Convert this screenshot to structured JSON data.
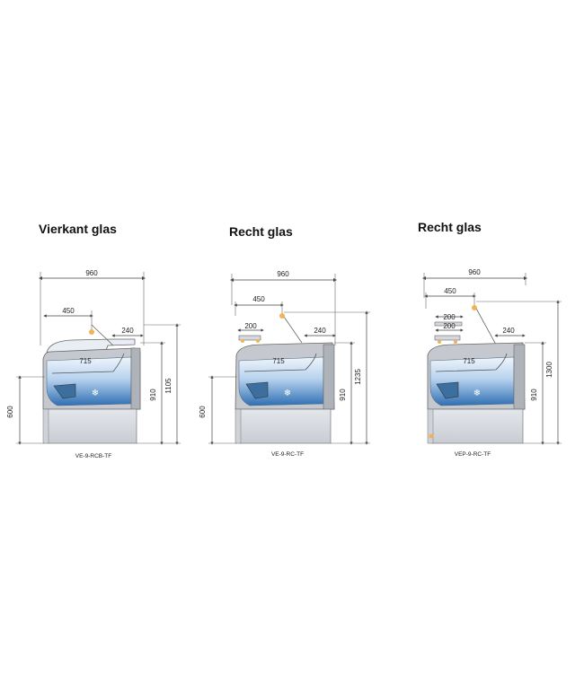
{
  "diagrams": [
    {
      "title": "Vierkant glas",
      "model": "VE-9-RCB-TF",
      "dims": {
        "width": "960",
        "top_open": "450",
        "shelf": "240",
        "inner": "715",
        "base_height": "600",
        "body_height": "910",
        "total_height": "1105"
      }
    },
    {
      "title": "Recht glas",
      "model": "VE-9-RC-TF",
      "dims": {
        "width": "960",
        "top_open": "450",
        "shelf_top": "200",
        "shelf": "240",
        "inner": "715",
        "base_height": "600",
        "body_height": "910",
        "total_height": "1235"
      }
    },
    {
      "title": "Recht glas",
      "model": "VEP-9-RC-TF",
      "dims": {
        "width": "960",
        "top_open": "450",
        "shelf_top": "200",
        "shelf_mid": "200",
        "shelf": "240",
        "inner": "715",
        "body_height": "910",
        "total_height": "1300"
      }
    }
  ],
  "icons": {
    "cooling": "snowflake-icon",
    "lamp": "lamp-icon"
  },
  "colors": {
    "line": "#555555",
    "case": "#b8bcc2",
    "base": "#d9dce0",
    "glass_top": "#eaf3fb",
    "glass_bottom": "#2f6fb3",
    "lamp": "#f2b255"
  }
}
